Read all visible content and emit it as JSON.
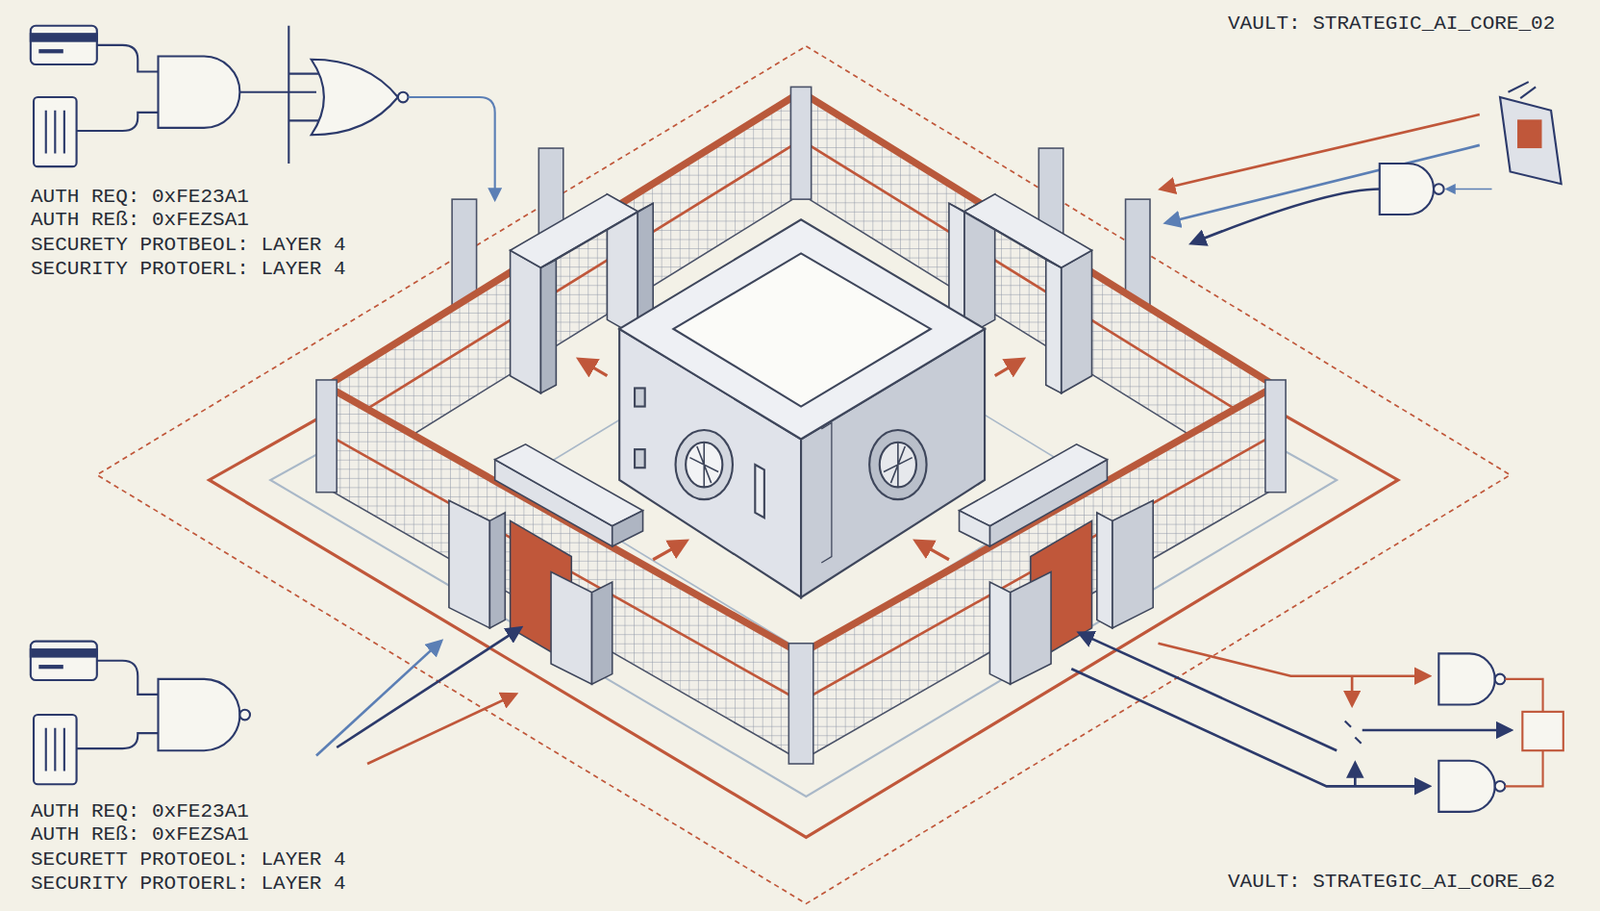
{
  "diagram": {
    "labels": [
      "AUTH REQ: 0xFE23A1",
      "AUTH REß: 0xFEZSA1",
      "SECURETY PROTBEOL: LAYER 4",
      "SECURITY PROTOERL: LAYER 4",
      "AUTH REQ: 0xFE23A1",
      "AUTH REß: 0xFEZSA1",
      "SECURETT PROTOEOL: LAYER 4",
      "SECURITY PROTOERL: LAYER 4",
      "VAULT: STRATEGIC_AI_CORE_02",
      "VAULT: STRATEGIC_AI_CORE_62"
    ]
  }
}
